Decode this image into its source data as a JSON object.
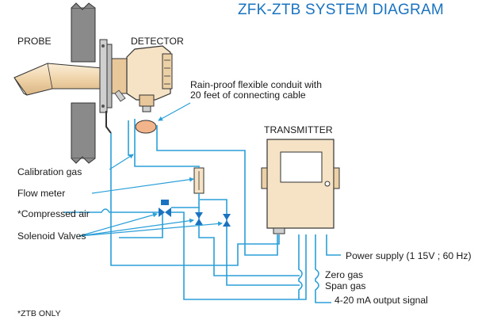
{
  "diagram": {
    "title": "ZFK-ZTB SYSTEM DIAGRAM",
    "labels": {
      "probe": "PROBE",
      "detector": "DETECTOR",
      "conduit_line1": "Rain-proof flexible conduit with",
      "conduit_line2": "20 feet of connecting cable",
      "transmitter": "TRANSMITTER",
      "calibration_gas": "Calibration gas",
      "flow_meter": "Flow meter",
      "compressed_air": "*Compressed air",
      "solenoid_valves": "Solenoid Valves",
      "power_supply": "Power supply (1  15V ; 60 Hz)",
      "zero_gas": "Zero  gas",
      "span_gas": "Span  gas",
      "output_signal": "4-20 mA output signal",
      "footnote": "*ZTB ONLY"
    },
    "colors": {
      "title": "#1a73c0",
      "line_blue": "#2a9fd8",
      "equipment_fill": "#f6e2c4",
      "flange_fill": "#cfcfcf",
      "wall_fill": "#8a8a8a",
      "ellipse_fill": "#f2b48a",
      "valve_fill": "#1a73c0"
    }
  }
}
